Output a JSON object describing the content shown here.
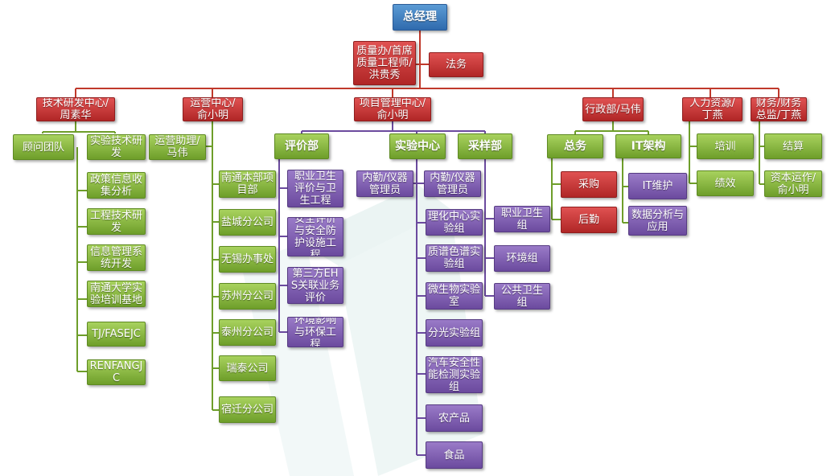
{
  "colors": {
    "ceo": "#2f6aad",
    "red": "#b02626",
    "green": "#6e9e2a",
    "purple": "#6b4a9e",
    "line_red": "#c0392b",
    "line_green": "#6e9e2a",
    "line_purple": "#6b4a9e"
  },
  "top": {
    "ceo": "总经理",
    "quality": "质量办/首席质量工程师/洪贵秀",
    "legal": "法务"
  },
  "departments": {
    "rd": "技术研发中心/周素华",
    "ops": "运营中心/俞小明",
    "pm": "项目管理中心/俞小明",
    "admin": "行政部/马伟",
    "hr": "人力资源/丁燕",
    "finance": "财务/财务总监/丁燕"
  },
  "rd": {
    "advisors": "顾问团队",
    "items": [
      "实验技术研发",
      "政策信息收集分析",
      "工程技术研发",
      "信息管理系统开发",
      "南通大学实验培训基地",
      "TJ/FASEJC",
      "RENFANGJC"
    ]
  },
  "ops": {
    "assistant": "运营助理/马伟",
    "items": [
      "南通本部项目部",
      "盐城分公司",
      "无锡办事处",
      "苏州分公司",
      "泰州分公司",
      "瑞泰公司",
      "宿迁分公司"
    ]
  },
  "pm": {
    "eval": {
      "title": "评价部",
      "items": [
        "职业卫生评价与卫生工程",
        "安全评价与安全防护设施工程",
        "第三方EHS关联业务评价",
        "环境影响与环保工程"
      ]
    },
    "lab": {
      "title": "实验中心",
      "left": "内勤/仪器管理员",
      "items": [
        "内勤/仪器管理员",
        "理化中心实验组",
        "质谱色谱实验组",
        "微生物实验室",
        "分光实验组",
        "汽车安全性能检测实验组",
        "农产品",
        "食品"
      ]
    },
    "sampling": {
      "title": "采样部",
      "items": [
        "职业卫生组",
        "环境组",
        "公共卫生组"
      ]
    }
  },
  "admin": {
    "general": {
      "title": "总务",
      "items": [
        "采购",
        "后勤"
      ]
    },
    "it": {
      "title": "IT架构",
      "items": [
        "IT维护",
        "数据分析与应用"
      ]
    }
  },
  "hr": {
    "items": [
      "培训",
      "绩效"
    ]
  },
  "finance": {
    "items": [
      "结算",
      "资本运作/俞小明"
    ]
  }
}
